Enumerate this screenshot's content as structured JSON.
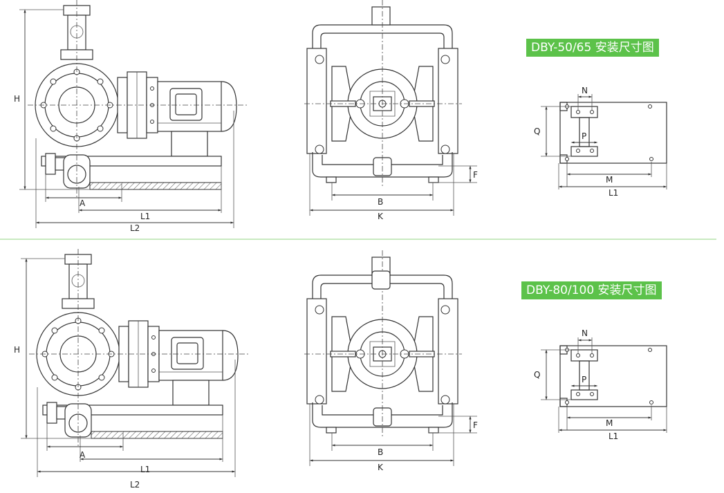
{
  "titles": {
    "top": "DBY-50/65 安装尺寸图",
    "bottom": "DBY-80/100 安装尺寸图"
  },
  "dimension_labels": {
    "H": "H",
    "A": "A",
    "L1": "L1",
    "L2": "L2",
    "B": "B",
    "K": "K",
    "F": "F",
    "N": "N",
    "P": "P",
    "Q": "Q",
    "M": "M"
  },
  "colors": {
    "badge_background": "#5cc24a",
    "separator": "#a8dd9a",
    "lines": "#333333"
  }
}
